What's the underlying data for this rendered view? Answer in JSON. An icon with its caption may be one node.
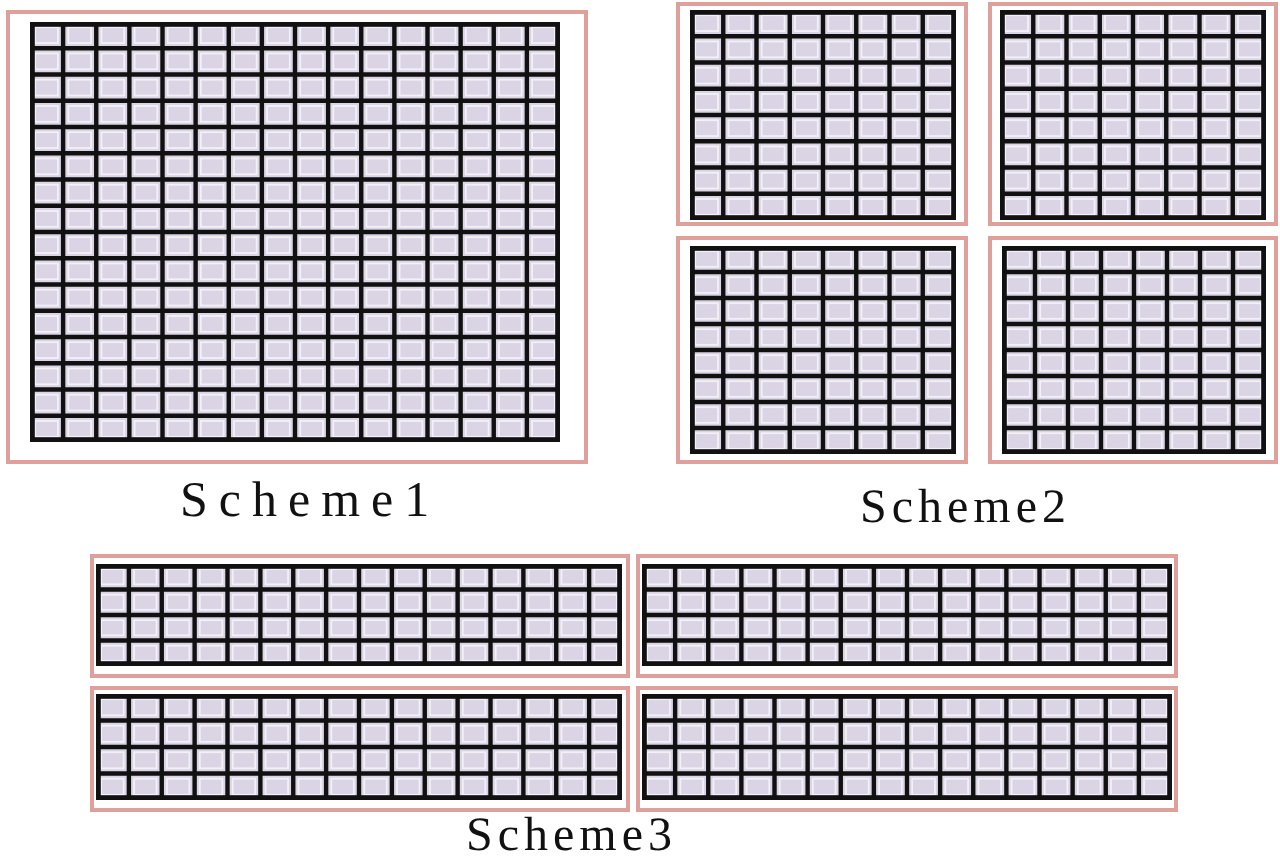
{
  "diagram": {
    "labels": [
      "Scheme1",
      "Scheme2",
      "Scheme3"
    ]
  }
}
